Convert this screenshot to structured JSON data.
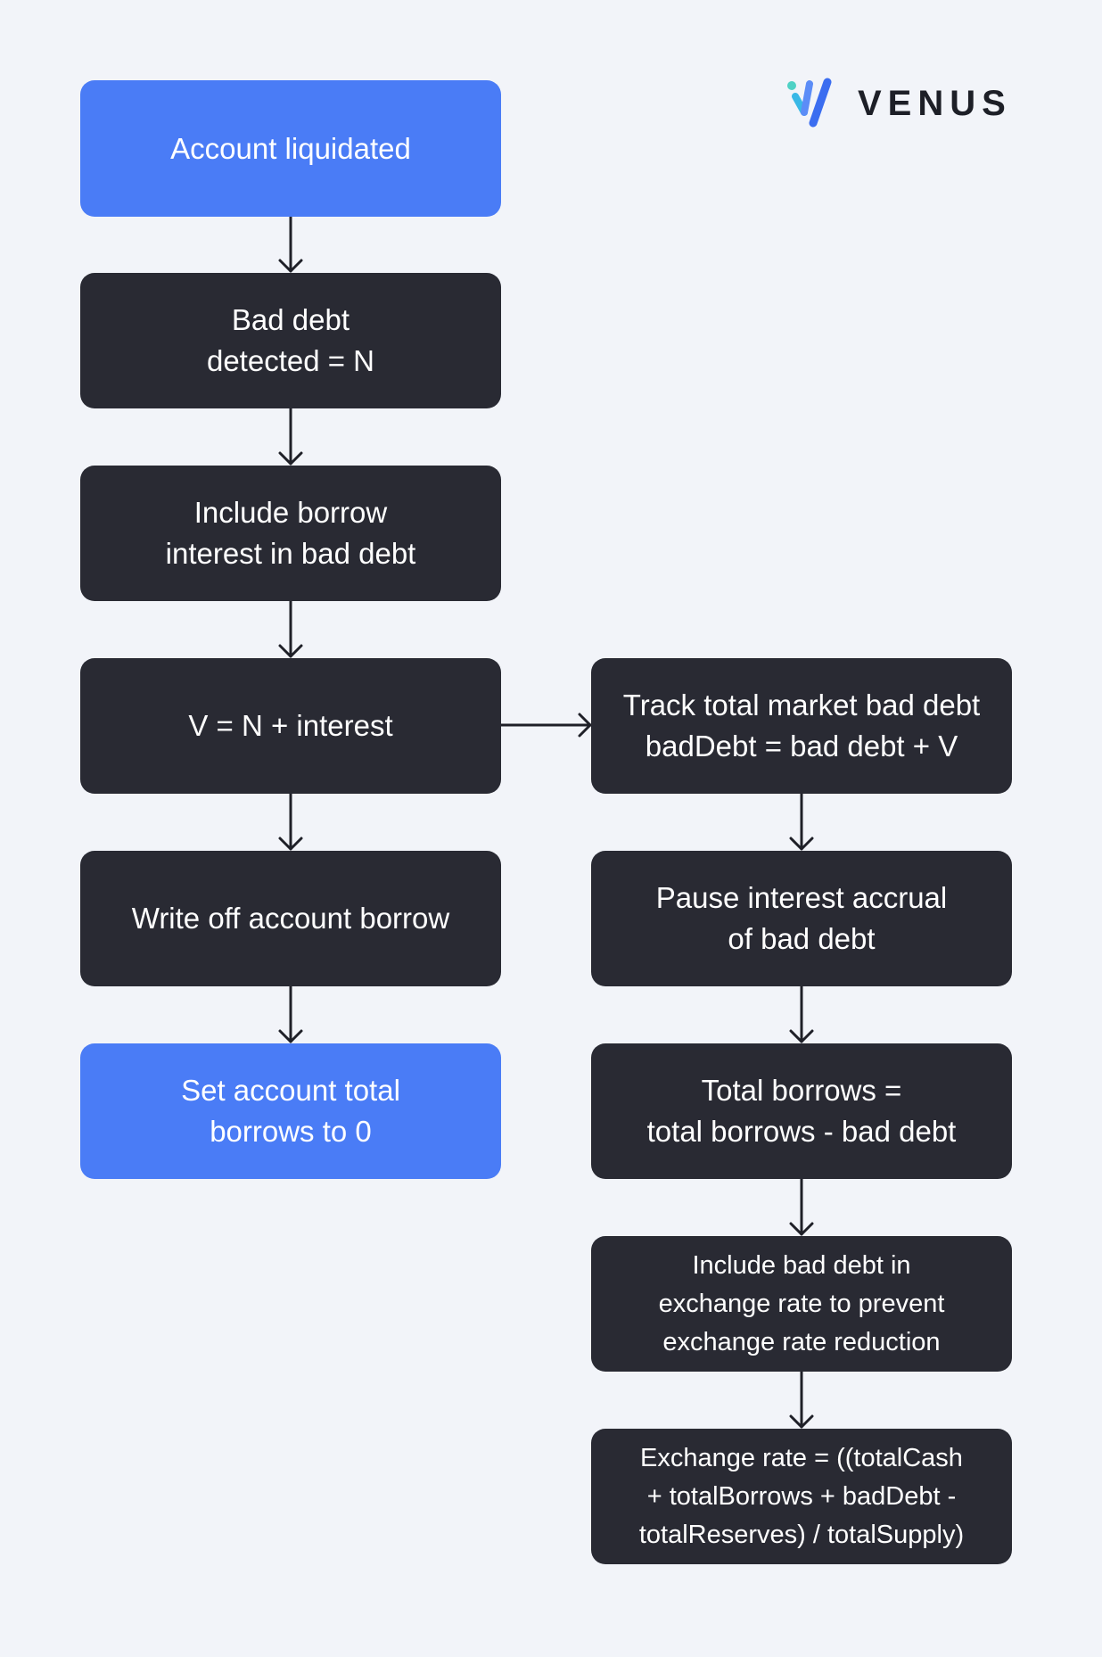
{
  "brand": {
    "logo_icon": "venus-logo-icon",
    "name": "VENUS"
  },
  "colors": {
    "background": "#f2f4f9",
    "node_dark": "#292a33",
    "node_blue": "#4a7cf6",
    "arrow": "#1f2028",
    "text": "#ffffff"
  },
  "nodes": {
    "account_liquidated": "Account liquidated",
    "bad_debt_detected": "Bad debt\ndetected = N",
    "include_borrow_interest": "Include borrow\ninterest in bad debt",
    "v_equals": "V = N + interest",
    "write_off": "Write off account borrow",
    "set_total_borrows": "Set account total\nborrows to 0",
    "track_total": "Track total market bad debt\nbadDebt = bad debt + V",
    "pause_interest": "Pause interest accrual\nof bad debt",
    "total_borrows": "Total borrows =\ntotal borrows - bad debt",
    "include_exchange": "Include bad debt in\nexchange rate to prevent\nexchange rate reduction",
    "exchange_rate": "Exchange rate = ((totalCash\n+ totalBorrows + badDebt -\ntotalReserves) / totalSupply)"
  }
}
